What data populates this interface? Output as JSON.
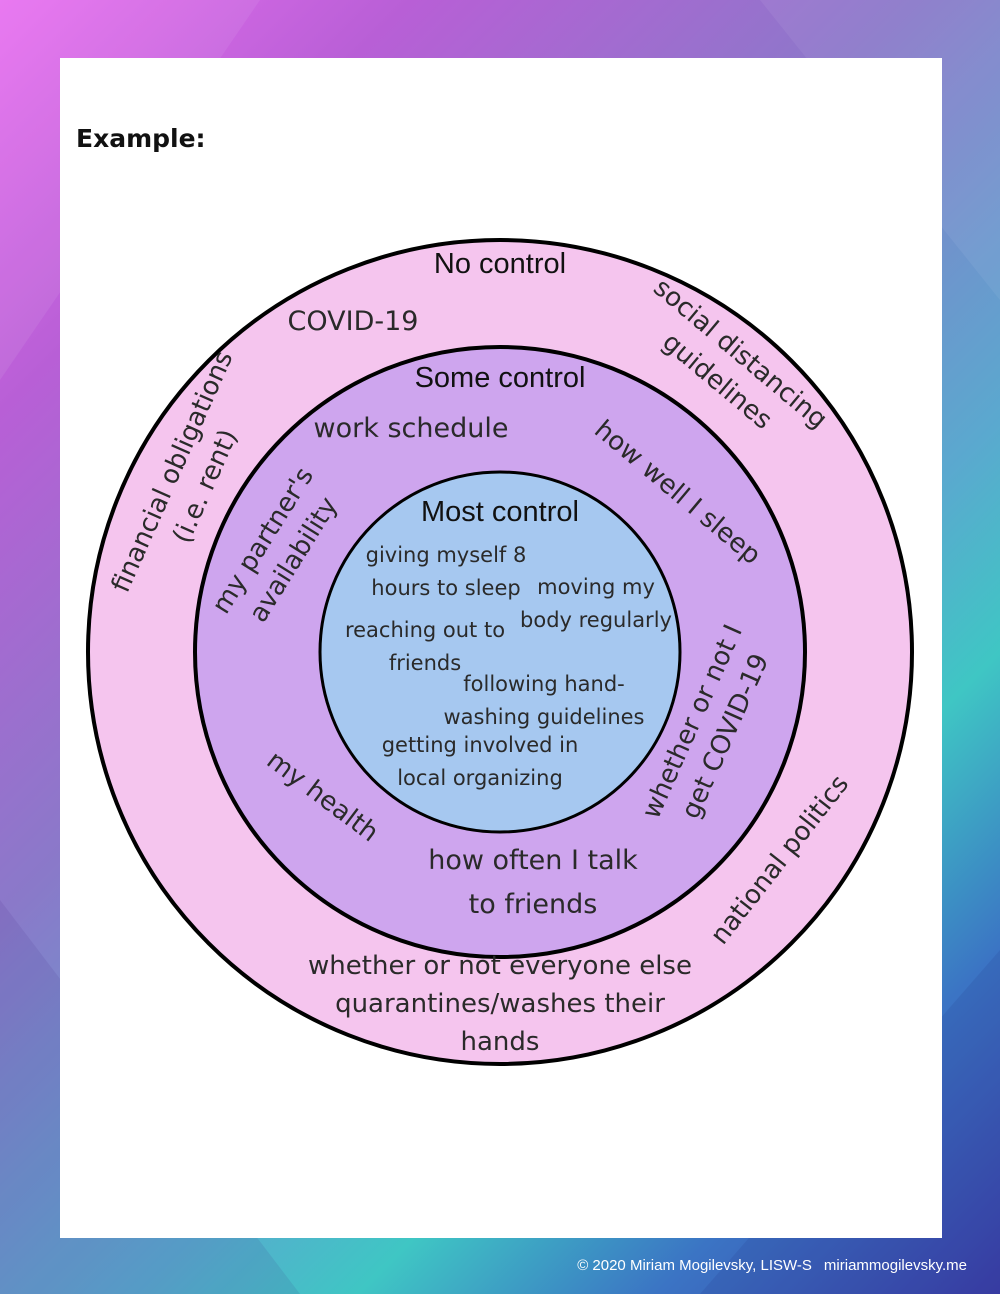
{
  "worksheet": {
    "heading": "Example:",
    "footer": {
      "copyright": "© 2020 Miriam Mogilevsky, LISW-S",
      "website": "miriammogilevsky.me"
    }
  },
  "colors": {
    "outer_ring": "#f5c5ee",
    "middle_ring": "#cea5ee",
    "inner_circle": "#a6c8f0",
    "outline": "#000000"
  },
  "diagram": {
    "no_control": {
      "title": "No control",
      "items": {
        "covid": "COVID-19",
        "social_distancing_1": "social distancing",
        "social_distancing_2": "guidelines",
        "financial_1": "financial obligations",
        "financial_2": "(i.e. rent)",
        "national_politics": "national politics",
        "everyone_else_1": "whether or not everyone else",
        "everyone_else_2": "quarantines/washes their",
        "everyone_else_3": "hands"
      }
    },
    "some_control": {
      "title": "Some control",
      "items": {
        "work_schedule": "work schedule",
        "sleep_well": "how well I sleep",
        "partner_1": "my partner's",
        "partner_2": "availability",
        "get_covid_1": "whether or not I",
        "get_covid_2": "get COVID-19",
        "health": "my health",
        "talk_friends_1": "how often I talk",
        "talk_friends_2": "to friends"
      }
    },
    "most_control": {
      "title": "Most control",
      "items": {
        "sleep_1": "giving myself 8",
        "sleep_2": "hours to sleep",
        "moving_1": "moving my",
        "moving_2": "body regularly",
        "reaching_1": "reaching out to",
        "reaching_2": "friends",
        "washing_1": "following hand-",
        "washing_2": "washing guidelines",
        "organizing_1": "getting involved in",
        "organizing_2": "local organizing"
      }
    }
  }
}
